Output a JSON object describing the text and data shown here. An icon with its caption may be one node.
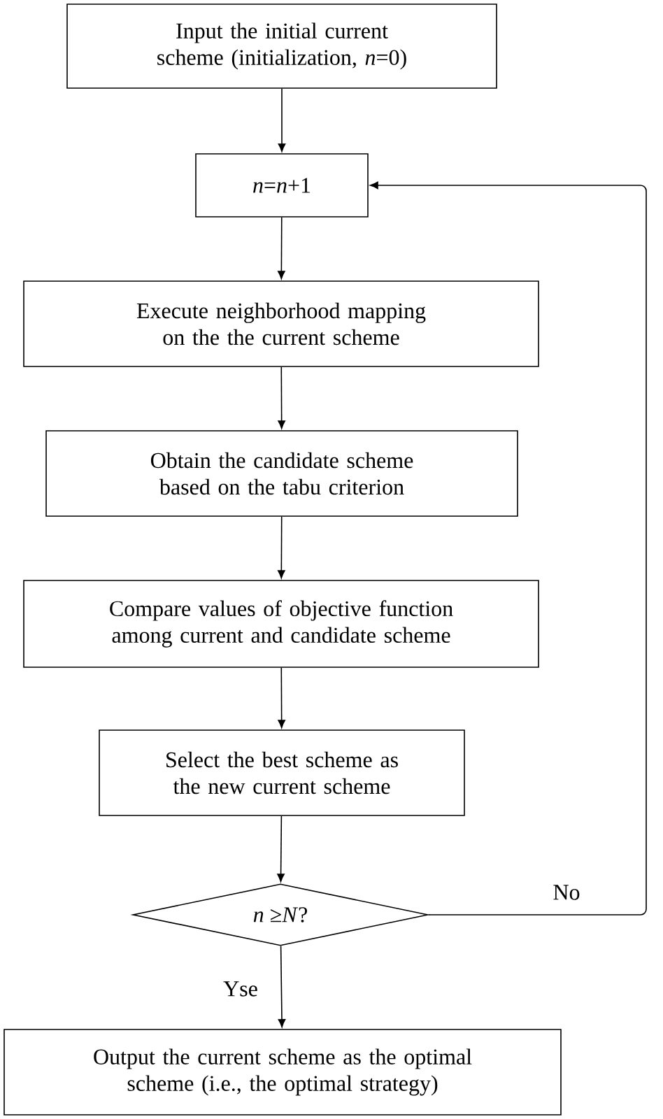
{
  "diagram": {
    "nodes": [
      {
        "text": [
          "Input the initial current scheme (initialization, *n*=0)"
        ]
      },
      {
        "text": [
          "*n*=*n*+1"
        ]
      },
      {
        "text": [
          "Execute neighborhood mapping on the the current scheme"
        ]
      },
      {
        "text": [
          "Obtain the candidate scheme based on the tabu criterion"
        ]
      },
      {
        "text": [
          "Compare values of objective function among current and candidate scheme"
        ]
      },
      {
        "text": [
          "Select the best scheme as the new current scheme"
        ]
      },
      {
        "text": [
          "*n* ≥*N*?"
        ]
      },
      {
        "text": [
          "Output the current scheme as the  optimal scheme (i.e., the optimal strategy)"
        ]
      }
    ],
    "edges": [
      {
        "from": 0,
        "to": 1,
        "arrow": "to"
      },
      {
        "from": 1,
        "to": 2,
        "arrow": "to"
      },
      {
        "from": 2,
        "to": 3,
        "arrow": "to"
      },
      {
        "from": 3,
        "to": 4,
        "arrow": "to"
      },
      {
        "from": 4,
        "to": 5,
        "arrow": "to"
      },
      {
        "from": 5,
        "to": 6,
        "arrow": "to"
      },
      {
        "from": 6,
        "to": 1,
        "arrow": "to",
        "label": "No"
      },
      {
        "from": 6,
        "to": 7,
        "arrow": "to",
        "label": "Yse"
      }
    ]
  }
}
